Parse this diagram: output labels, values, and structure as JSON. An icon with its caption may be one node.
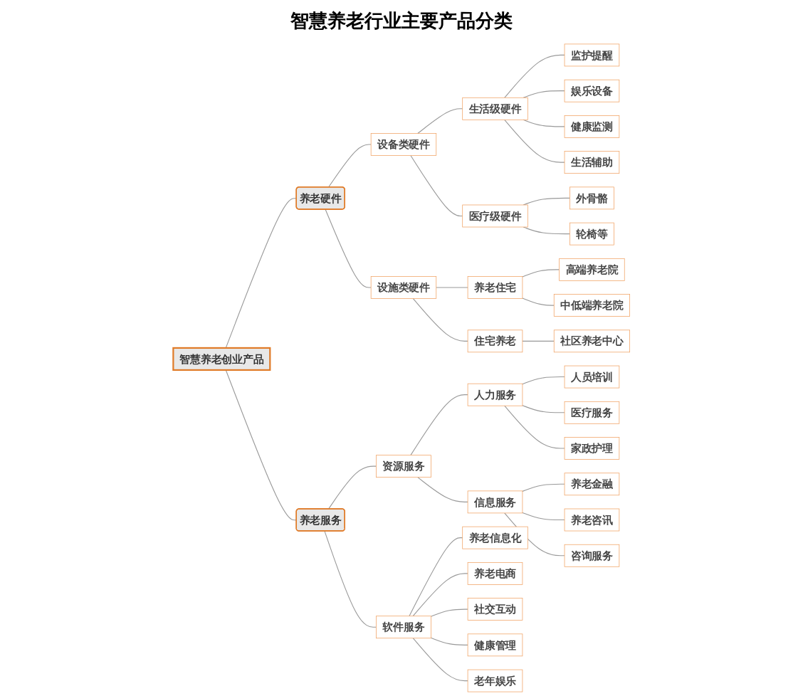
{
  "diagram": {
    "title": "智慧养老行业主要产品分类",
    "nodes": [
      {
        "text": [
          "智慧养老创业产品"
        ]
      },
      {
        "text": [
          "养老硬件"
        ]
      },
      {
        "text": [
          "设备类硬件"
        ]
      },
      {
        "text": [
          "生活级硬件"
        ]
      },
      {
        "text": [
          "监护提醒"
        ]
      },
      {
        "text": [
          "娱乐设备"
        ]
      },
      {
        "text": [
          "健康监测"
        ]
      },
      {
        "text": [
          "生活辅助"
        ]
      },
      {
        "text": [
          "医疗级硬件"
        ]
      },
      {
        "text": [
          "外骨骼"
        ]
      },
      {
        "text": [
          "轮椅等"
        ]
      },
      {
        "text": [
          "设施类硬件"
        ]
      },
      {
        "text": [
          "养老住宅"
        ]
      },
      {
        "text": [
          "高端养老院"
        ]
      },
      {
        "text": [
          "中低端养老院"
        ]
      },
      {
        "text": [
          "住宅养老"
        ]
      },
      {
        "text": [
          "社区养老中心"
        ]
      },
      {
        "text": [
          "养老服务"
        ]
      },
      {
        "text": [
          "资源服务"
        ]
      },
      {
        "text": [
          "人力服务"
        ]
      },
      {
        "text": [
          "人员培训"
        ]
      },
      {
        "text": [
          "医疗服务"
        ]
      },
      {
        "text": [
          "家政护理"
        ]
      },
      {
        "text": [
          "信息服务"
        ]
      },
      {
        "text": [
          "养老金融"
        ]
      },
      {
        "text": [
          "养老咨讯"
        ]
      },
      {
        "text": [
          "咨询服务"
        ]
      },
      {
        "text": [
          "软件服务"
        ]
      },
      {
        "text": [
          "养老信息化"
        ]
      },
      {
        "text": [
          "养老电商"
        ]
      },
      {
        "text": [
          "社交互动"
        ]
      },
      {
        "text": [
          "健康管理"
        ]
      },
      {
        "text": [
          "老年娱乐"
        ]
      }
    ],
    "edges": [
      {
        "from": 0,
        "to": 1,
        "arrow": "none"
      },
      {
        "from": 1,
        "to": 2,
        "arrow": "none"
      },
      {
        "from": 2,
        "to": 3,
        "arrow": "none"
      },
      {
        "from": 3,
        "to": 4,
        "arrow": "none"
      },
      {
        "from": 3,
        "to": 5,
        "arrow": "none"
      },
      {
        "from": 3,
        "to": 6,
        "arrow": "none"
      },
      {
        "from": 3,
        "to": 7,
        "arrow": "none"
      },
      {
        "from": 2,
        "to": 8,
        "arrow": "none"
      },
      {
        "from": 8,
        "to": 9,
        "arrow": "none"
      },
      {
        "from": 8,
        "to": 10,
        "arrow": "none"
      },
      {
        "from": 1,
        "to": 11,
        "arrow": "none"
      },
      {
        "from": 11,
        "to": 12,
        "arrow": "none"
      },
      {
        "from": 12,
        "to": 13,
        "arrow": "none"
      },
      {
        "from": 12,
        "to": 14,
        "arrow": "none"
      },
      {
        "from": 11,
        "to": 15,
        "arrow": "none"
      },
      {
        "from": 15,
        "to": 16,
        "arrow": "none"
      },
      {
        "from": 0,
        "to": 17,
        "arrow": "none"
      },
      {
        "from": 17,
        "to": 18,
        "arrow": "none"
      },
      {
        "from": 18,
        "to": 19,
        "arrow": "none"
      },
      {
        "from": 19,
        "to": 20,
        "arrow": "none"
      },
      {
        "from": 19,
        "to": 21,
        "arrow": "none"
      },
      {
        "from": 19,
        "to": 22,
        "arrow": "none"
      },
      {
        "from": 18,
        "to": 23,
        "arrow": "none"
      },
      {
        "from": 23,
        "to": 24,
        "arrow": "none"
      },
      {
        "from": 23,
        "to": 25,
        "arrow": "none"
      },
      {
        "from": 23,
        "to": 26,
        "arrow": "none"
      },
      {
        "from": 17,
        "to": 27,
        "arrow": "none"
      },
      {
        "from": 27,
        "to": 28,
        "arrow": "none"
      },
      {
        "from": 27,
        "to": 29,
        "arrow": "none"
      },
      {
        "from": 27,
        "to": 30,
        "arrow": "none"
      },
      {
        "from": 27,
        "to": 31,
        "arrow": "none"
      },
      {
        "from": 27,
        "to": 32,
        "arrow": "none"
      }
    ]
  }
}
